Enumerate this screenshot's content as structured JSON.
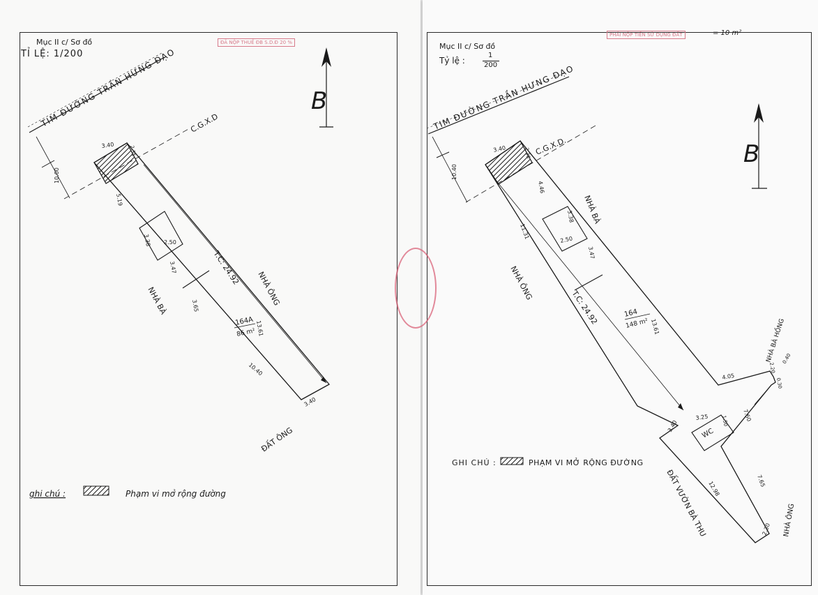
{
  "left": {
    "section": "Mục II c/ Sơ đồ",
    "scale": "TỈ LỆ: 1/200",
    "stamp": "ĐÃ NỘP THUẾ ĐB S.D.Đ 20 %",
    "road": "TIM ĐƯỜNG TRẦN HƯNG ĐẠO",
    "cgxd": "C.G.X.D",
    "north": "B",
    "lot_number": "164A",
    "lot_area": "86 m²",
    "tc": "T.C: 24.92",
    "dims": {
      "setback": "10.00",
      "top_width": "3.40",
      "top_side": "2.35",
      "left_a": "5.19",
      "room_len": "3.38",
      "room_w": "2.50",
      "left_b": "3.47",
      "left_c": "3.65",
      "right_a": "13.61",
      "right_b": "10.40",
      "bottom_width": "3.40"
    },
    "neighbor_left": "NHÀ BÀ",
    "neighbor_right": "NHÀ ÔNG",
    "bottom_land": "ĐẤT ÔNG",
    "legend_label": "ghi chú :",
    "legend_text": "Phạm vi mở rộng đường"
  },
  "right": {
    "section": "Mục II c/ Sơ đồ",
    "scale_prefix": "Tỷ lệ :",
    "scale_num": "1",
    "scale_den": "200",
    "stamp": "PHẢI NỘP TIỀN SỬ DỤNG ĐẤT",
    "stamp_area": "= 10 m²",
    "road": "TIM ĐƯỜNG TRẦN HƯNG ĐẠO",
    "cgxd": "C.G.X.D.",
    "north": "B",
    "lot_number": "164",
    "lot_area": "148 m²",
    "tc": "T.C: 24.92",
    "dims": {
      "setback": "10.40",
      "top_width": "3.40",
      "top_side": "2.36",
      "right_a": "4.46",
      "room_len": "3.38",
      "room_w": "2.50",
      "room_side": "3.47",
      "left_a": "11.31",
      "right_b": "13.61",
      "ext_top": "4.05",
      "ext_corner": "2.20",
      "ext_small_a": "0.40",
      "ext_small_b": "0.30",
      "ext_right": "7.60",
      "wc_w": "3.25",
      "wc_h": "1.50",
      "ext_left": "3.40",
      "ext_bottom": "12.98",
      "ext_side": "7.65",
      "ext_end": "2.30"
    },
    "wc": "WC",
    "neighbor_right_top": "NHÀ BÀ",
    "neighbor_left": "NHÀ ÔNG",
    "neighbor_far_right": "NHÀ BÀ HỒNG",
    "bottom_land": "ĐẤT VƯỜN BÀ THU",
    "neighbor_bottom_right": "NHÀ ÔNG",
    "legend_label": "GHI CHÚ :",
    "legend_text": "PHẠM VI MỞ RỘNG ĐƯỜNG"
  },
  "colors": {
    "ink": "#1a1a1a",
    "stamp": "#d77a8a",
    "paper": "#f9f9f8"
  }
}
